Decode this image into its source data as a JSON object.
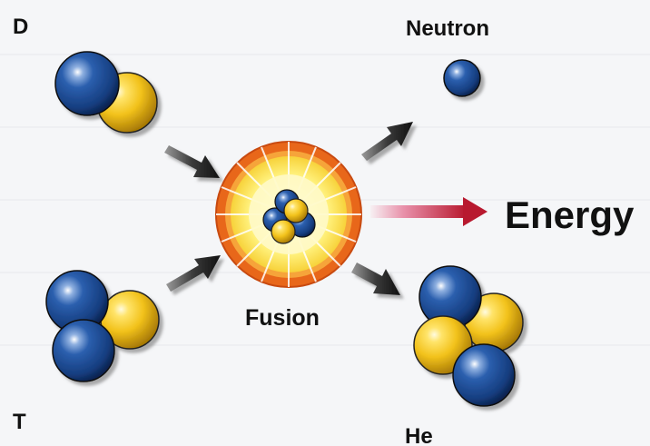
{
  "labels": {
    "deuterium": "D",
    "tritium": "T",
    "neutron": "Neutron",
    "fusion": "Fusion",
    "energy": "Energy",
    "helium": "He"
  },
  "colors": {
    "background": "#f5f6f8",
    "neutron_blue": "#1f4e96",
    "proton_yellow": "#f2c21b",
    "arrow": "#1a1a1a",
    "energy_arrow": "#c21f3a",
    "fusion_ring_outer": "#e8671a",
    "fusion_core": "#fff7a8"
  },
  "icons": {
    "reaction_arrow": "arrow-icon",
    "energy_arrow": "energy-arrow-icon",
    "fusion_burst": "fusion-burst-icon"
  }
}
